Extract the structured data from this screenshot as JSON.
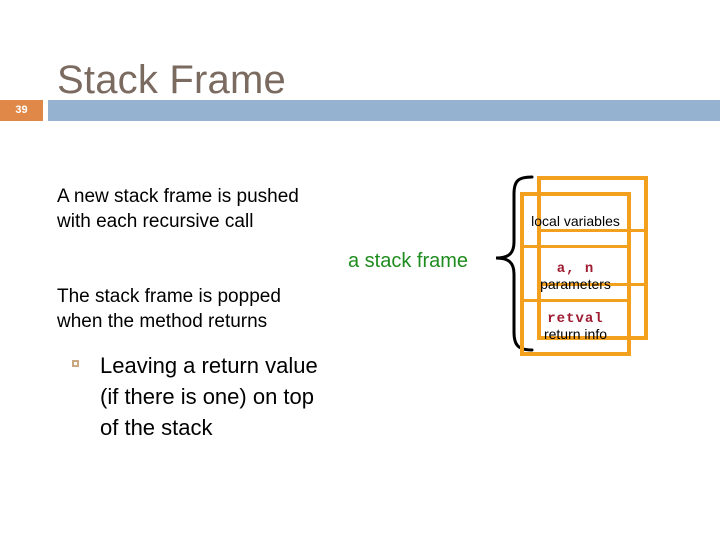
{
  "slide": {
    "number": "39",
    "title": "Stack Frame",
    "accent_blue": "#95b3d0",
    "accent_orange": "#e08847",
    "title_color": "#7a6a5f",
    "frame_border_color": "#f2a01e",
    "code_color": "#9e1b32",
    "highlight_green": "#1e8c1e"
  },
  "body": {
    "paragraph_push": "A new stack frame is pushed\nwith each recursive call",
    "paragraph_pop": "The stack frame is popped\nwhen the method returns",
    "stack_frame_label": "a stack frame",
    "sub_bullet": {
      "marker": "hollow-square-bullet",
      "text": "Leaving a return value\n(if there is one) on top\nof the stack"
    }
  },
  "diagram": {
    "name": "stack-frame-diagram",
    "brace": "left-pointing-curly-brace",
    "rows": [
      {
        "code": "",
        "label": "local variables"
      },
      {
        "code": "a, n",
        "label": "parameters"
      },
      {
        "code": "retval",
        "label": "return info"
      }
    ]
  }
}
